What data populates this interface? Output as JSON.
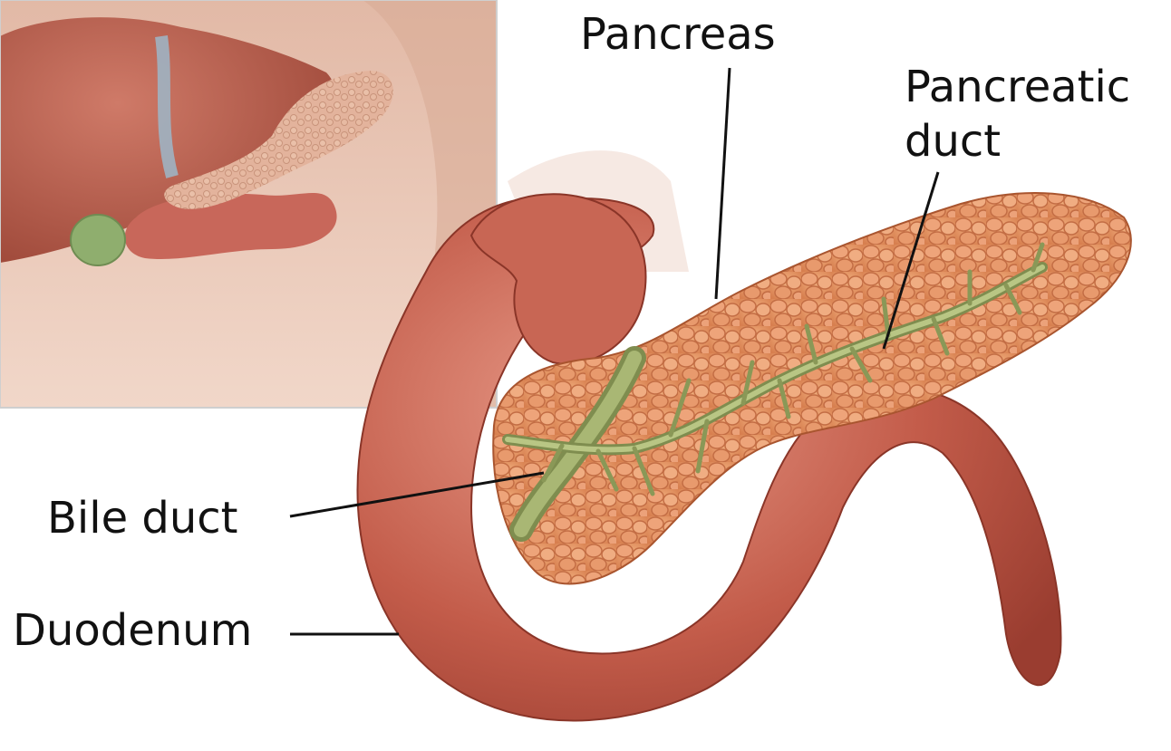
{
  "labels": {
    "pancreas": "Pancreas",
    "pancreatic_duct_line1": "Pancreatic",
    "pancreatic_duct_line2": "duct",
    "bile_duct": "Bile duct",
    "duodenum": "Duodenum"
  },
  "colors": {
    "background": "#ffffff",
    "inset_skin": "#e9c7b5",
    "liver": "#b75a4a",
    "gallbladder": "#8fae6e",
    "duodenum": "#c25a48",
    "pancreas": "#e7996a",
    "duct": "#9aa86a",
    "leader_line": "#111111"
  }
}
